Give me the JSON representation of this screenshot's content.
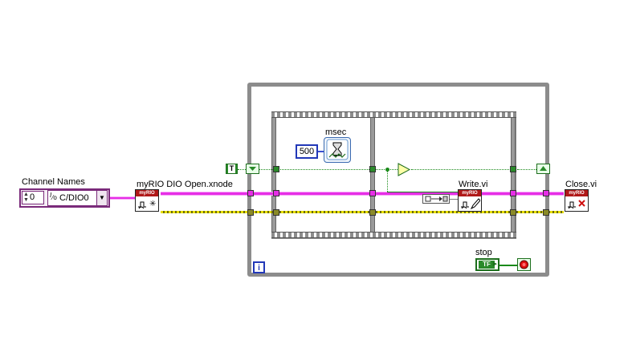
{
  "channel_control": {
    "label": "Channel Names",
    "index_value": "0",
    "channel_value": "C/DIO0",
    "prefix_glyph": "I/O"
  },
  "nodes": {
    "open_label": "myRIO DIO Open.xnode",
    "write_label": "Write.vi",
    "close_label": "Close.vi",
    "wait_label": "msec",
    "stop_label": "stop",
    "icon_band": "myRIO"
  },
  "constants": {
    "wait_ms": "500",
    "true_const": "T",
    "stop_terminal": "TF"
  },
  "loop": {
    "iteration_terminal": "i"
  },
  "colors": {
    "refnum_wire": "#e62ee6",
    "error_wire": "#e8e000",
    "boolean_wire": "#1a8a1a",
    "numeric": "#2238b8",
    "loop_border": "#8c8c8c",
    "icon_band": "#b01818"
  },
  "icons": {
    "open": "dio-open-icon",
    "write": "dio-write-icon",
    "close": "dio-close-icon",
    "wait": "wait-ms-icon",
    "not": "not-gate-icon",
    "stop": "stop-button-icon",
    "iteration": "iteration-terminal-icon"
  }
}
